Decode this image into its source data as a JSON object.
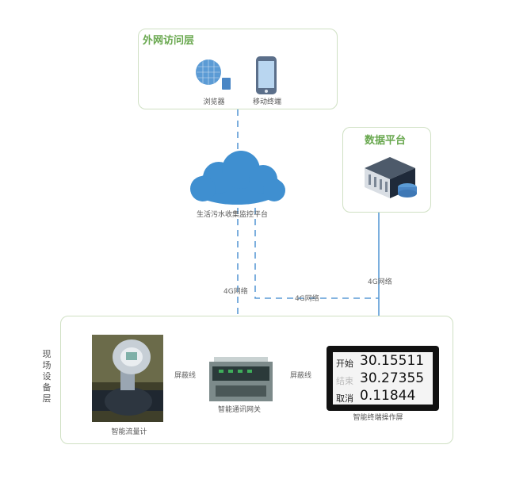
{
  "external_layer": {
    "title": "外网访问层",
    "browser_label": "浏览器",
    "mobile_label": "移动终端"
  },
  "cloud": {
    "label": "生活污水收集监控平台"
  },
  "data_platform": {
    "title": "数据平台"
  },
  "network": {
    "link_left": "4G网络",
    "link_middle": "4G网络",
    "link_right": "4G网络"
  },
  "field_layer": {
    "title": "现场设备层",
    "flowmeter_label": "智能流量计",
    "gateway_label": "智能通讯网关",
    "terminal_label": "智能终端操作屏",
    "shield_left": "屏蔽线",
    "shield_right": "屏蔽线"
  },
  "terminal_screen": {
    "rows": [
      {
        "key": "开始",
        "value": "30.15511"
      },
      {
        "key": "结束",
        "value": "30.27355"
      },
      {
        "key": "取消",
        "value": "0.11844"
      }
    ]
  },
  "colors": {
    "accent_green": "#69a84f",
    "box_border": "#cfe0c3",
    "link_blue": "#5b9bd5",
    "cloud_blue": "#3f8fd0"
  }
}
